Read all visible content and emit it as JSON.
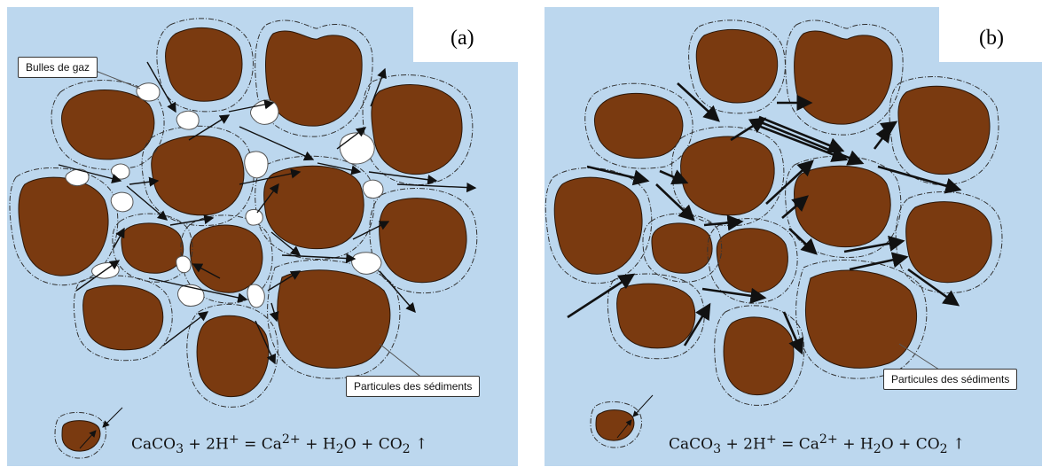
{
  "colors": {
    "background": "#bcd7ee",
    "particle": "#7a3a10",
    "particle_outline": "#2a1608",
    "bubble": "#ffffff",
    "arrow": "#111111",
    "envelope": "#333333"
  },
  "panel_a": {
    "label": "(a)",
    "gas_bubbles_callout": "Bulles de gaz",
    "particles_callout": "Particules des sédiments",
    "equation": {
      "lhs1": "CaCO",
      "lhs1_sub": "3",
      "plus1": " + ",
      "lhs2": "2H",
      "lhs2_sup": "+",
      "equals": " = ",
      "rhs1": "Ca",
      "rhs1_sup": "2+",
      "plus2": " + ",
      "rhs2": "H",
      "rhs2_sub": "2",
      "rhs2_tail": "O",
      "plus3": " + ",
      "rhs3": "CO",
      "rhs3_sub": "2",
      "up_arrow": " ↑"
    }
  },
  "panel_b": {
    "label": "(b)",
    "particles_callout": "Particules des sédiments",
    "equation": {
      "lhs1": "CaCO",
      "lhs1_sub": "3",
      "plus1": " + ",
      "lhs2": "2H",
      "lhs2_sup": "+",
      "equals": " = ",
      "rhs1": "Ca",
      "rhs1_sup": "2+",
      "plus2": " + ",
      "rhs2": "H",
      "rhs2_sub": "2",
      "rhs2_tail": "O",
      "plus3": " + ",
      "rhs3": "CO",
      "rhs3_sub": "2",
      "up_arrow": " ↑"
    }
  }
}
